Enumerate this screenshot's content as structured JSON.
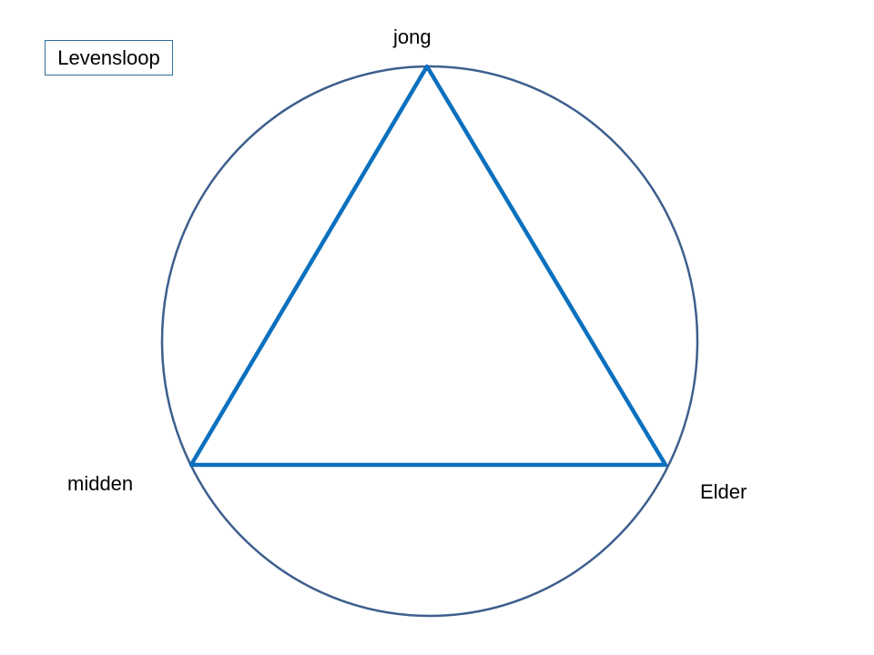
{
  "title": "Levensloop",
  "nodes": {
    "top": "jong",
    "left": "midden",
    "right": "Elder"
  },
  "colors": {
    "circle": "#3d5f8d",
    "triangle": "#0b70be",
    "title_border": "#2e6f96",
    "text": "#000000",
    "background": "#ffffff"
  }
}
